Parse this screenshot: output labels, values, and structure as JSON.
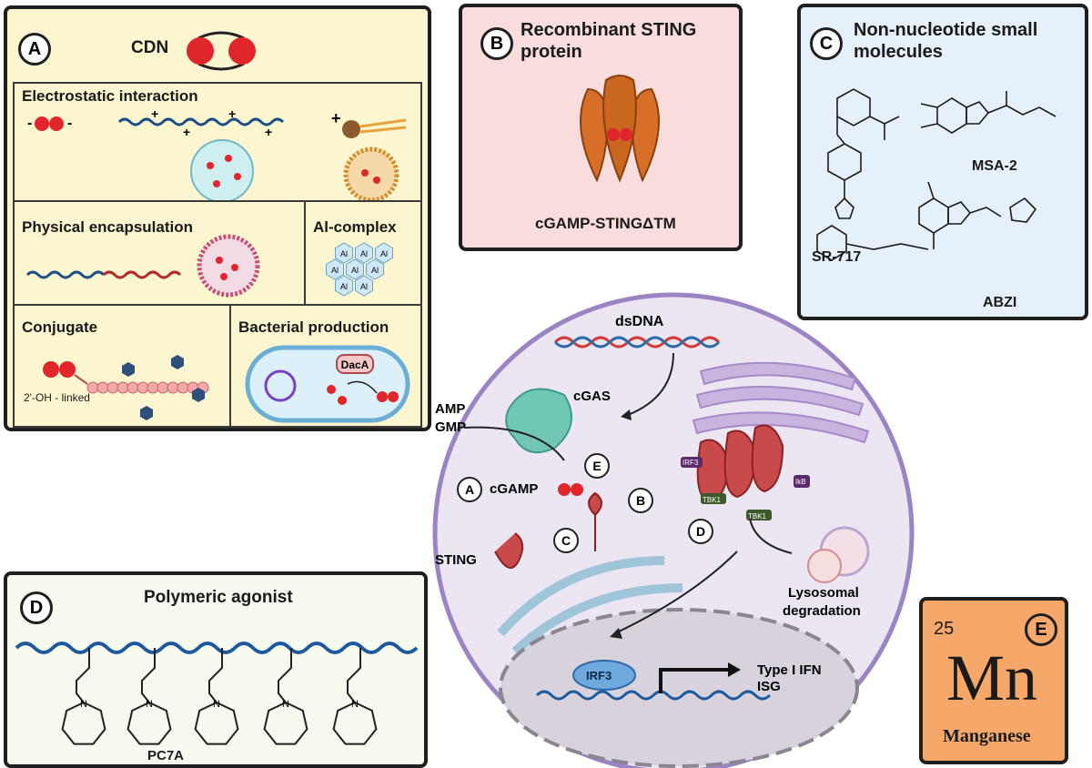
{
  "panel_a": {
    "label": "A",
    "title": "CDN",
    "sections": {
      "electrostatic": "Electrostatic interaction",
      "physical": "Physical encapsulation",
      "al_complex": "Al-complex",
      "al_symbol": "Al",
      "conjugate": "Conjugate",
      "conjugate_note": "2'-OH - linked",
      "bacterial": "Bacterial production",
      "daca": "DacA"
    }
  },
  "panel_b": {
    "label": "B",
    "title_line1": "Recombinant STING",
    "title_line2": "protein",
    "caption": "cGAMP-STINGΔTM"
  },
  "panel_c": {
    "label": "C",
    "title_line1": "Non-nucleotide small",
    "title_line2": "molecules",
    "molecules": [
      "SR-717",
      "MSA-2",
      "ABZI"
    ]
  },
  "panel_d": {
    "label": "D",
    "title": "Polymeric agonist",
    "caption": "PC7A",
    "ring_atom": "N"
  },
  "panel_e": {
    "label": "E",
    "atomic_number": "25",
    "symbol": "Mn",
    "name": "Manganese"
  },
  "cell": {
    "dsdna": "dsDNA",
    "cgas": "cGAS",
    "amp": "AMP",
    "gmp": "GMP",
    "cgamp": "cGAMP",
    "sting": "STING",
    "irf3": "IRF3",
    "tbk1": "TBK1",
    "ikb": "IkB",
    "lysosomal_line1": "Lysosomal",
    "lysosomal_line2": "degradation",
    "type_ifn": "Type I IFN",
    "isg": "ISG",
    "markers": [
      "A",
      "B",
      "C",
      "D",
      "E"
    ]
  },
  "colors": {
    "panel_a_bg": "#fbf6cf",
    "panel_b_bg": "#f9dcdc",
    "panel_c_bg": "#e6f0fb",
    "panel_d_bg": "#f6faee",
    "panel_e_bg": "#f5a86a",
    "cell_bg": "#ece6f3",
    "cell_border": "#9a84c4",
    "cdn_red": "#e0262a",
    "polymer_blue": "#1d5a9c"
  }
}
